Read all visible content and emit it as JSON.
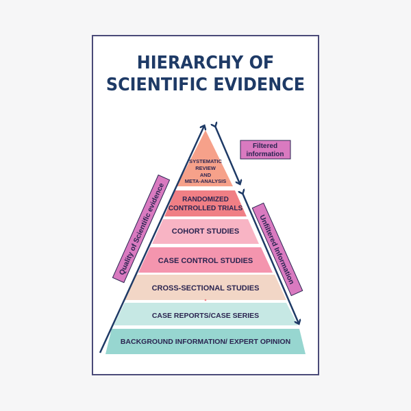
{
  "title": {
    "line1": "HIERARCHY OF",
    "line2": "SCIENTIFIC EVIDENCE"
  },
  "colors": {
    "title": "#1e3a66",
    "arrow": "#1e3a66",
    "label_box": "#d97ac0",
    "frame": "#4a4a78"
  },
  "tiers": [
    {
      "label_lines": [
        "SYSTEMATIC",
        "REVIEW",
        "AND",
        "META-ANALYSIS"
      ],
      "color": "#f6a18a"
    },
    {
      "label_lines": [
        "RANDOMIZED",
        "CONTROLLED TRIALS"
      ],
      "color": "#f07f85"
    },
    {
      "label_lines": [
        "COHORT STUDIES"
      ],
      "color": "#f8b4c4"
    },
    {
      "label_lines": [
        "CASE CONTROL STUDIES"
      ],
      "color": "#f495ae"
    },
    {
      "label_lines": [
        "CROSS-SECTIONAL STUDIES"
      ],
      "color": "#f2d6c6"
    },
    {
      "label_lines": [
        "CASE REPORTS/CASE SERIES"
      ],
      "color": "#c6e8e4"
    },
    {
      "label_lines": [
        "BACKGROUND INFORMATION/ EXPERT OPINION"
      ],
      "color": "#97d6d0"
    }
  ],
  "labels": {
    "filtered": [
      "Filtered",
      "information"
    ],
    "quality": "Quality of Scientific evidence",
    "unfiltered": "Unfiltered Information"
  }
}
